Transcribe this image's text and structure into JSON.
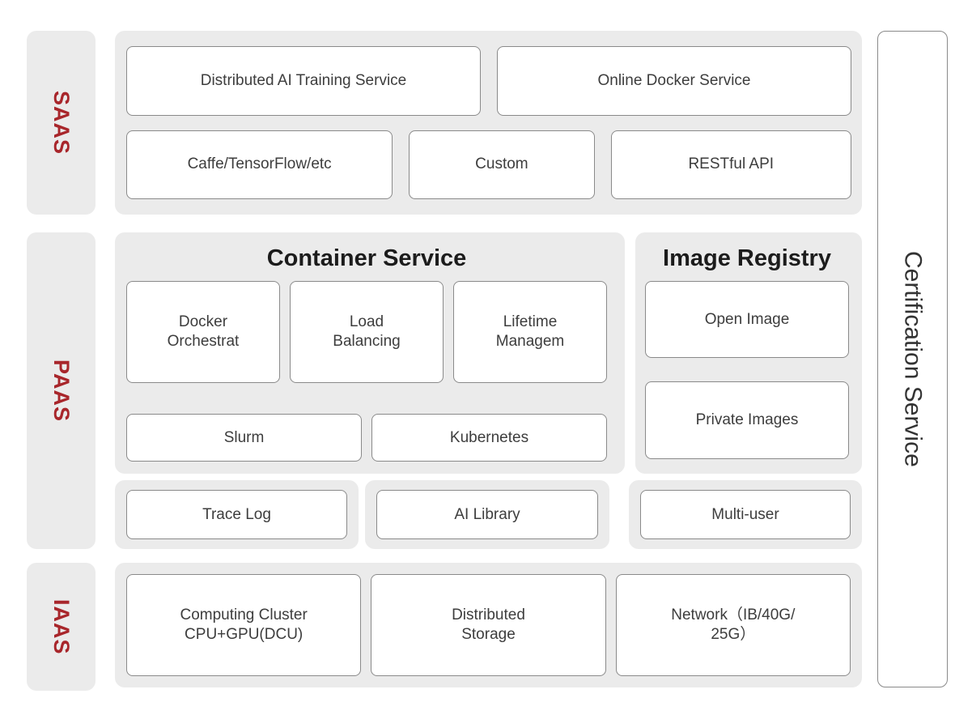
{
  "colors": {
    "accent_red": "#a8262b",
    "panel_gray": "#ebebeb",
    "box_border": "#8a8a8a",
    "box_text": "#3d3d3d",
    "title_text": "#1c1c1c"
  },
  "layers": {
    "saas": {
      "label": "SAAS"
    },
    "paas": {
      "label": "PAAS"
    },
    "iaas": {
      "label": "IAAS"
    }
  },
  "saas": {
    "row1": [
      "Distributed AI Training Service",
      "Online Docker Service"
    ],
    "row2": [
      "Caffe/TensorFlow/etc",
      "Custom",
      "RESTful API"
    ]
  },
  "paas": {
    "container_service": {
      "title": "Container Service",
      "top_boxes": [
        [
          "Docker",
          "Orchestrat"
        ],
        [
          "Load",
          "Balancing"
        ],
        [
          "Lifetime",
          "Managem"
        ]
      ],
      "bottom_boxes": [
        "Slurm",
        "Kubernetes"
      ]
    },
    "image_registry": {
      "title": "Image Registry",
      "boxes": [
        "Open Image",
        "Private Images"
      ]
    },
    "middleware": [
      "Trace Log",
      "AI Library",
      "Multi-user"
    ]
  },
  "iaas": {
    "boxes": [
      [
        "Computing Cluster",
        "CPU+GPU(DCU)"
      ],
      [
        "Distributed",
        "Storage"
      ],
      [
        "Network（IB/40G/",
        "25G）"
      ]
    ]
  },
  "certification": {
    "label": "Certification Service"
  }
}
